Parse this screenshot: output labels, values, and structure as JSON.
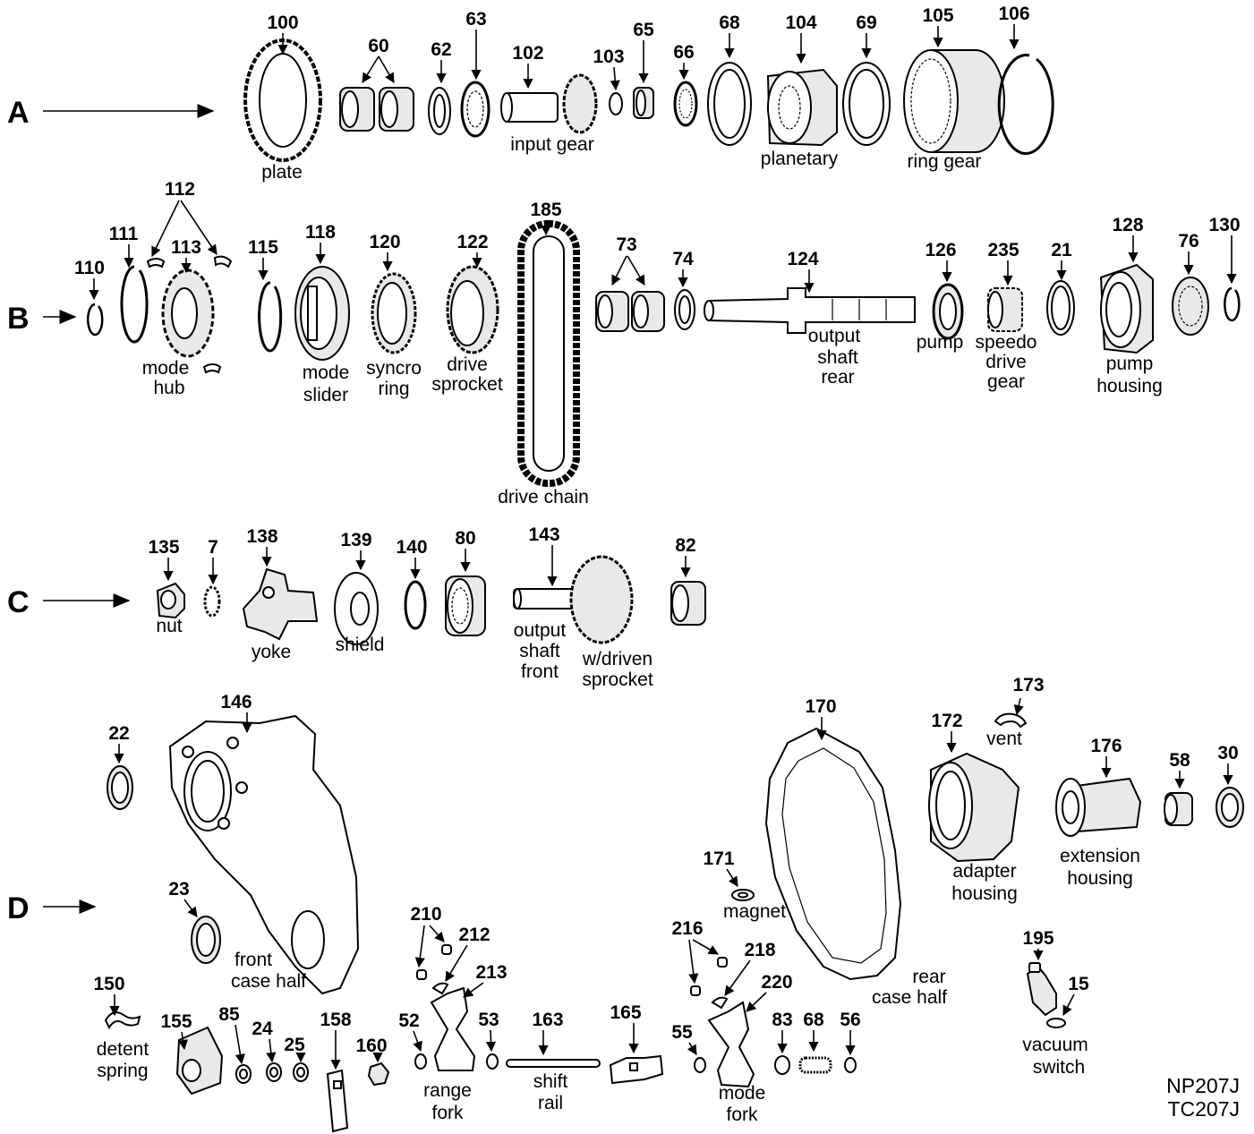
{
  "rows": [
    "A",
    "B",
    "C",
    "D"
  ],
  "model": [
    "NP207J",
    "TC207J"
  ],
  "numbers": [
    "100",
    "60",
    "62",
    "63",
    "102",
    "103",
    "65",
    "66",
    "68",
    "104",
    "69",
    "105",
    "106",
    "112",
    "111",
    "113",
    "110",
    "115",
    "118",
    "120",
    "122",
    "185",
    "73",
    "74",
    "124",
    "126",
    "235",
    "21",
    "128",
    "76",
    "130",
    "135",
    "7",
    "138",
    "139",
    "140",
    "80",
    "143",
    "82",
    "146",
    "22",
    "23",
    "150",
    "155",
    "85",
    "24",
    "25",
    "158",
    "160",
    "210",
    "212",
    "213",
    "52",
    "53",
    "163",
    "165",
    "216",
    "218",
    "220",
    "55",
    "83",
    "68",
    "56",
    "170",
    "171",
    "172",
    "173",
    "176",
    "58",
    "30",
    "195",
    "15"
  ],
  "names": {
    "plate": "plate",
    "input_gear": "input gear",
    "planetary": "planetary",
    "ring_gear": "ring gear",
    "mode_hub": [
      "mode",
      "hub"
    ],
    "mode_slider": [
      "mode",
      "slider"
    ],
    "syncro_ring": [
      "syncro",
      "ring"
    ],
    "drive_sprocket": [
      "drive",
      "sprocket"
    ],
    "drive_chain": "drive chain",
    "output_shaft_rear": [
      "output",
      "shaft",
      "rear"
    ],
    "pump": "pump",
    "speedo_drive_gear": [
      "speedo",
      "drive",
      "gear"
    ],
    "pump_housing": [
      "pump",
      "housing"
    ],
    "nut": "nut",
    "yoke": "yoke",
    "shield": "shield",
    "output_shaft_front": [
      "output",
      "shaft",
      "front"
    ],
    "driven_sprocket": [
      "w/driven",
      "sprocket"
    ],
    "vent": "vent",
    "adapter_housing": [
      "adapter",
      "housing"
    ],
    "extension_housing": [
      "extension",
      "housing"
    ],
    "magnet": "magnet",
    "front_case_half": [
      "front",
      "case half"
    ],
    "rear_case_half": [
      "rear",
      "case half"
    ],
    "detent_spring": [
      "detent",
      "spring"
    ],
    "range_fork": [
      "range",
      "fork"
    ],
    "shift_rail": [
      "shift",
      "rail"
    ],
    "mode_fork": [
      "mode",
      "fork"
    ],
    "vacuum_switch": [
      "vacuum",
      "switch"
    ]
  }
}
